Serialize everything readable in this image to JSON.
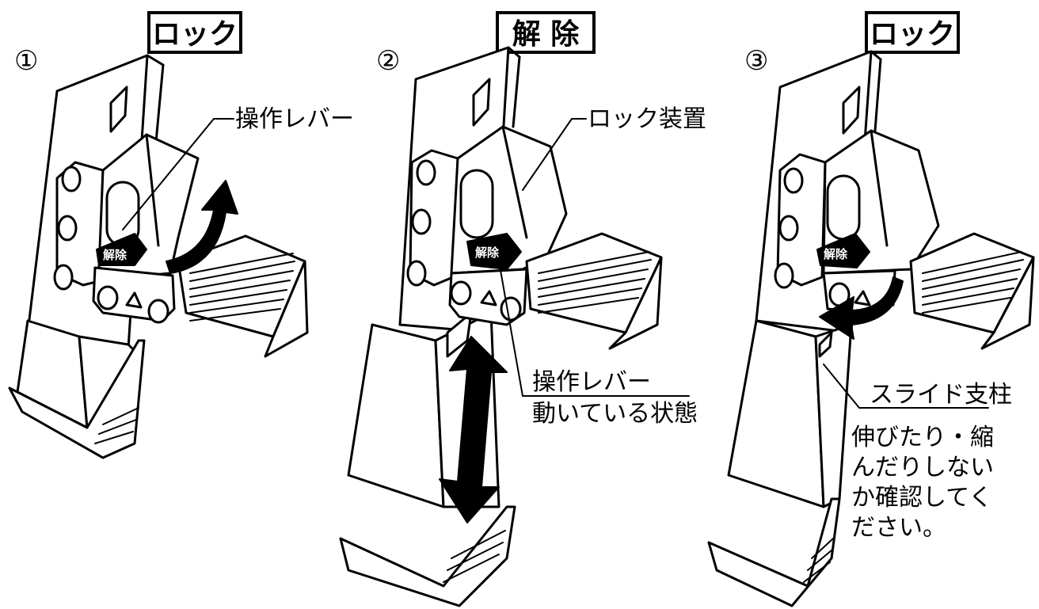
{
  "panels": [
    {
      "number": "①",
      "title": "ロック",
      "labels": [
        "操作レバー"
      ]
    },
    {
      "number": "②",
      "title": "解 除",
      "labels": [
        "ロック装置",
        "操作レバー",
        "動いている状態"
      ]
    },
    {
      "number": "③",
      "title": "ロック",
      "labels": [
        "スライド支柱"
      ],
      "note": [
        "伸びたり・縮",
        "んだりしない",
        "か確認してく",
        "ださい。"
      ]
    }
  ],
  "lever_label": "解除"
}
